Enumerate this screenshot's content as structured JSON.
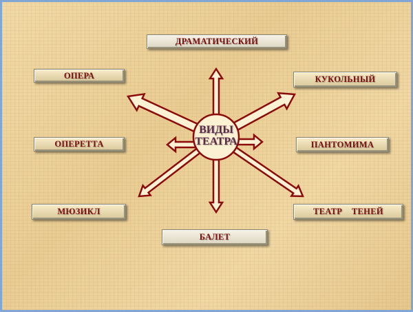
{
  "center": {
    "line1": "ВИДЫ",
    "line2": "ТЕАТРА"
  },
  "types": {
    "dramatic": "ДРАМАТИЧЕСКИЙ",
    "opera": "ОПЕРА",
    "puppet": "КУКОЛЬНЫЙ",
    "operetta": "ОПЕРЕТТА",
    "pantomime": "ПАНТОМИМА",
    "musical": "МЮЗИКЛ",
    "shadow": "ТЕАТР    ТЕНЕЙ",
    "ballet": "БАЛЕТ"
  },
  "colors": {
    "arrow_stroke": "#8b0a0a",
    "arrow_fill": "#fdf1d4",
    "text": "#7a1010"
  }
}
